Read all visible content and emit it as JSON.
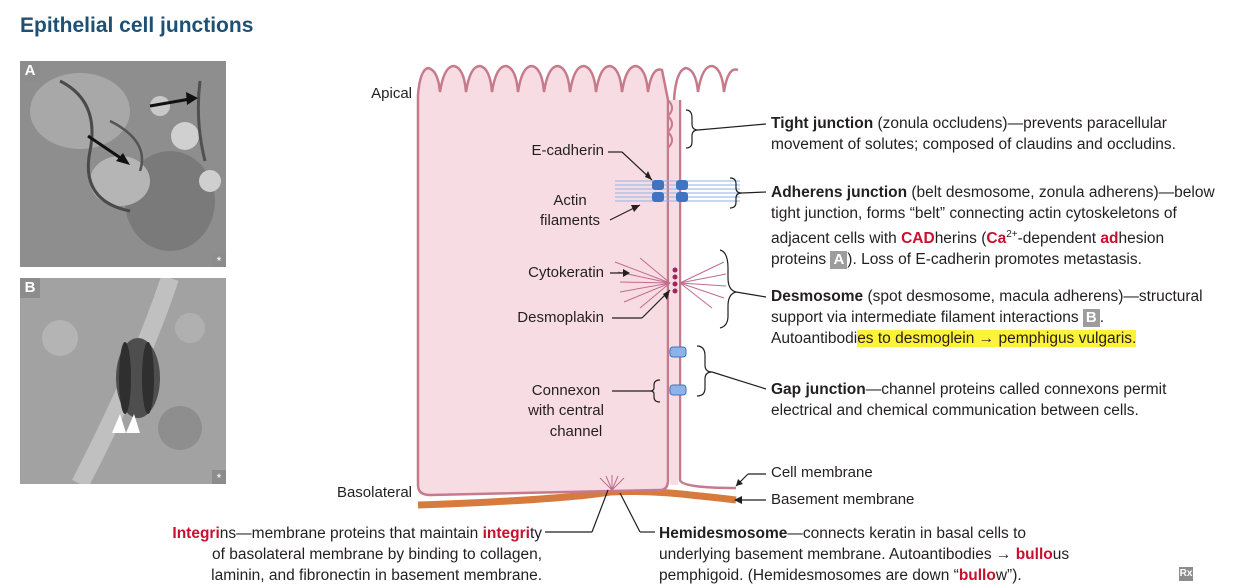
{
  "title": "Epithelial cell junctions",
  "photos": {
    "a_label": "A",
    "b_label": "B",
    "star": "*"
  },
  "diagram": {
    "apical": "Apical",
    "basolateral": "Basolateral",
    "e_cadherin": "E-cadherin",
    "actin_1": "Actin",
    "actin_2": "filaments",
    "cytokeratin": "Cytokeratin",
    "desmoplakin": "Desmoplakin",
    "connexon_1": "Connexon",
    "connexon_2": "with central",
    "connexon_3": "channel",
    "cell_membrane": "Cell membrane",
    "basement_membrane": "Basement membrane"
  },
  "tight": {
    "term": "Tight junction",
    "line1_rest": " (zonula occludens)—prevents paracellular",
    "line2": "movement of solutes; composed of claudins and occludins."
  },
  "adherens": {
    "term": "Adherens junction",
    "line1_rest": " (belt desmosome, zonula adherens)—below",
    "line2": "tight junction, forms “belt” connecting actin cytoskeletons of",
    "line3_a": "adjacent cells with ",
    "line3_cad": "CAD",
    "line3_b": "herins (",
    "line3_ca": "Ca",
    "line3_sup": "2+",
    "line3_c": "-dependent ",
    "line3_ad": "ad",
    "line3_d": "hesion",
    "line4_a": "proteins ",
    "line4_box": "A",
    "line4_b": "). Loss of E-cadherin promotes metastasis."
  },
  "desmosome": {
    "term": "Desmosome",
    "line1_rest": " (spot desmosome, macula adherens)—structural",
    "line2_a": "support via intermediate filament interactions ",
    "line2_box": "B",
    "line2_b": ".",
    "line3_a": "Autoantibodi",
    "line3_hl": "es to desmoglein → pemphigus vulgaris."
  },
  "gap": {
    "term": "Gap junction",
    "line1_rest": "—channel proteins called connexons permit",
    "line2": "electrical and chemical communication between cells."
  },
  "integrins": {
    "line1_red1": "Integri",
    "line1_a": "ns—membrane proteins that maintain ",
    "line1_red2": "integri",
    "line1_b": "ty",
    "line2": "of basolateral membrane by binding to collagen,",
    "line3": "laminin, and fibronectin in basement membrane."
  },
  "hemidesmosome": {
    "term": "Hemidesmosome",
    "line1_rest": "—connects keratin in basal cells to",
    "line2": "underlying basement membrane. Autoantibodies → ",
    "line2_red": "bullo",
    "line2_end": "us",
    "line3_a": "pemphigoid. (Hemidesmosomes are down “",
    "line3_red": "bullo",
    "line3_b": "w”)."
  },
  "rx": "Rx",
  "colors": {
    "title": "#1d5073",
    "cell_fill": "#f7dde3",
    "membrane": "#c77a8b",
    "basement": "#d77a3e",
    "filament_blue": "#5b8fd4",
    "keratin": "#c06b8d",
    "red_text": "#c8102e",
    "highlight": "#fff23a"
  }
}
